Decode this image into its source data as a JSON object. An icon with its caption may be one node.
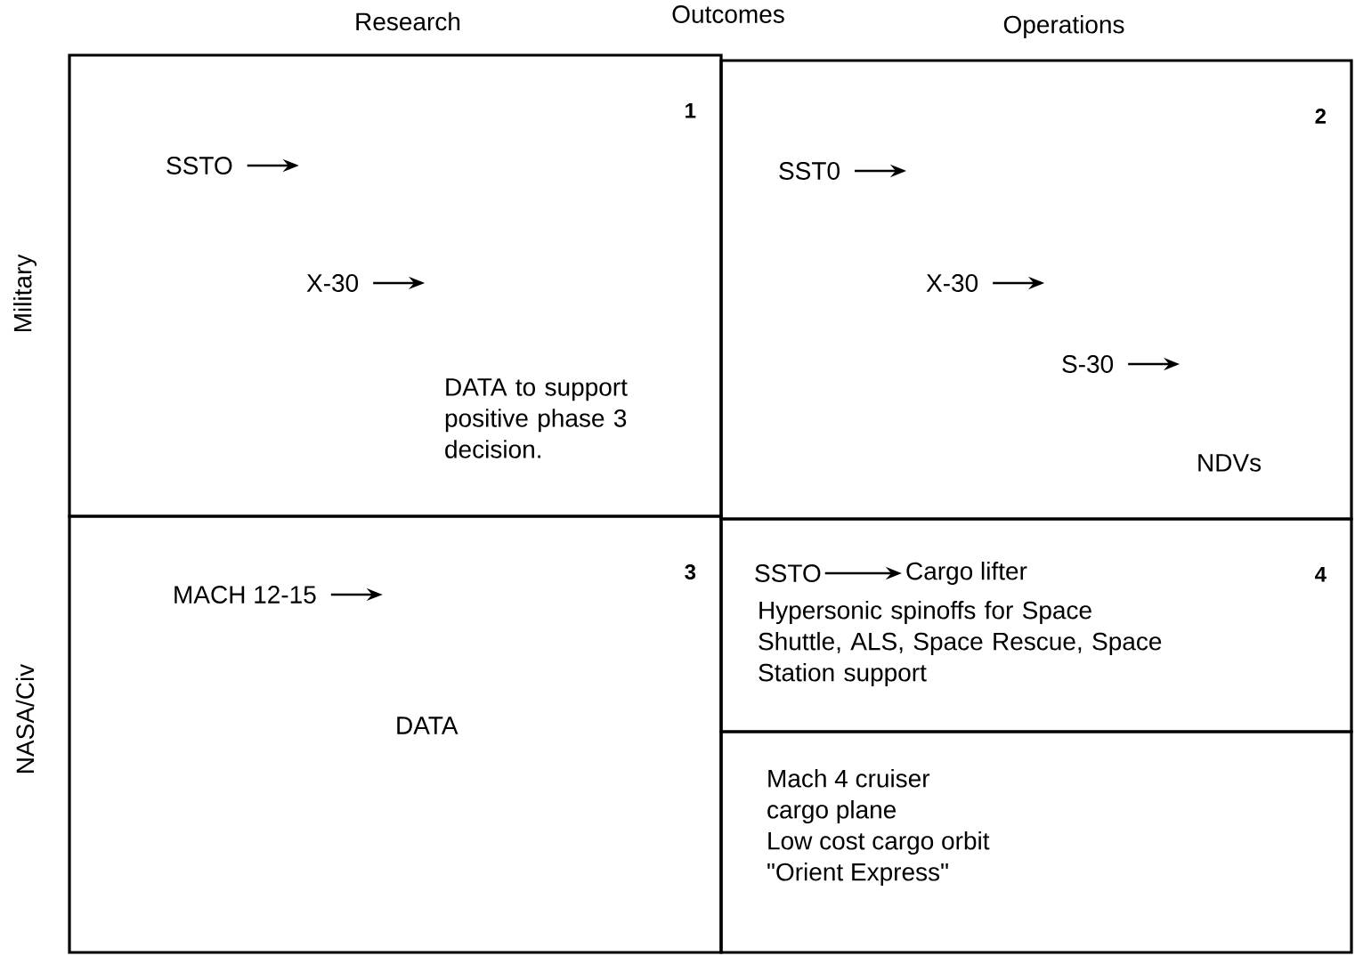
{
  "diagram": {
    "nodes": [
      {
        "text": [
          "1"
        ]
      },
      {
        "text": [
          "SSTO"
        ],
        "in": 0
      },
      {
        "text": [
          "X-30"
        ],
        "in": 0
      },
      {
        "text": [
          "DATA to support positive phase 3 decision."
        ],
        "in": 0
      },
      {
        "text": [
          "2"
        ]
      },
      {
        "text": [
          "SST0"
        ],
        "in": 4
      },
      {
        "text": [
          "X-30"
        ],
        "in": 4
      },
      {
        "text": [
          "S-30"
        ],
        "in": 4
      },
      {
        "text": [
          "NDVs"
        ],
        "in": 4
      },
      {
        "text": [
          "3"
        ]
      },
      {
        "text": [
          "MACH 12-15"
        ],
        "in": 9
      },
      {
        "text": [
          "DATA"
        ],
        "in": 9
      },
      {
        "text": [
          "4"
        ]
      },
      {
        "text": [
          "SSTO"
        ],
        "in": 12
      },
      {
        "text": [
          "Cargo lifter"
        ],
        "in": 12
      },
      {
        "text": [
          "Hypersonic spinoffs for Space Shuttle, ALS, Space Rescue, Space Station support"
        ],
        "in": 12
      },
      {
        "text": [
          "Mach 4  cruiser",
          "cargo plane",
          "Low cost cargo orbit",
          "\"Orient Express\""
        ]
      }
    ],
    "edges": [
      {
        "from": 1,
        "to": null,
        "arrow": "to"
      },
      {
        "from": 2,
        "to": null,
        "arrow": "to"
      },
      {
        "from": 5,
        "to": null,
        "arrow": "to"
      },
      {
        "from": 6,
        "to": null,
        "arrow": "to"
      },
      {
        "from": 7,
        "to": null,
        "arrow": "to"
      },
      {
        "from": 10,
        "to": null,
        "arrow": "to"
      },
      {
        "from": 13,
        "to": 14,
        "arrow": "to"
      }
    ],
    "labels": [
      "Research",
      "Outcomes",
      "Operations",
      "Military",
      "NASA/Civ"
    ]
  }
}
